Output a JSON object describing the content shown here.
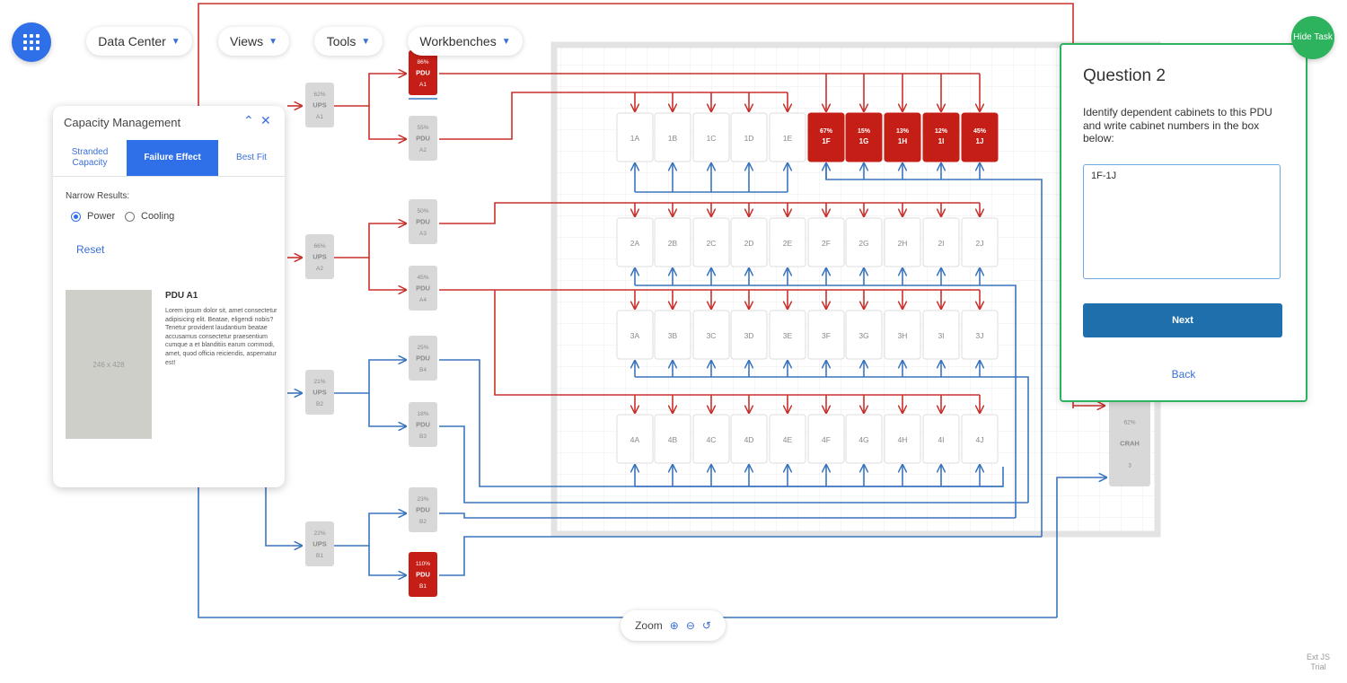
{
  "nav": {
    "menus": [
      {
        "label": "Data Center"
      },
      {
        "label": "Views"
      },
      {
        "label": "Tools"
      },
      {
        "label": "Workbenches"
      }
    ]
  },
  "capacity_panel": {
    "title": "Capacity Management",
    "tabs": [
      {
        "label": "Stranded Capacity"
      },
      {
        "label": "Failure Effect"
      },
      {
        "label": "Best Fit"
      }
    ],
    "narrow_label": "Narrow Results:",
    "options": [
      {
        "label": "Power"
      },
      {
        "label": "Cooling"
      }
    ],
    "selected_option": "Power",
    "reset_label": "Reset",
    "image_placeholder": "246 x 428",
    "detail_title": "PDU A1",
    "detail_text": "Lorem ipsum dolor sit, amet consectetur adipisicing elit. Beatae, eligendi nobis? Tenetur provident laudantium beatae accusamus consectetur praesentium cumque a et blanditiis earum commodi, amet, quod officia reiciendis, aspernatur est!"
  },
  "question_panel": {
    "title": "Question 2",
    "text": "Identify dependent cabinets to this PDU and write cabinet numbers in the box below:",
    "answer": "1F-1J",
    "next_label": "Next",
    "back_label": "Back",
    "hide_label": "Hide Task"
  },
  "zoom": {
    "label": "Zoom"
  },
  "watermark": {
    "line1": "Ext JS",
    "line2": "Trial"
  },
  "colors": {
    "red": "#c8312b",
    "blue": "#3a74bd",
    "alert": "#c41e16",
    "node": "#d8d8d8"
  },
  "ups": [
    {
      "id": "A1",
      "pct": "62%",
      "label": "UPS"
    },
    {
      "id": "A2",
      "pct": "66%",
      "label": "UPS"
    },
    {
      "id": "B2",
      "pct": "21%",
      "label": "UPS"
    },
    {
      "id": "B1",
      "pct": "22%",
      "label": "UPS"
    }
  ],
  "pdus": [
    {
      "id": "A1",
      "pct": "86%",
      "label": "PDU",
      "alert": true
    },
    {
      "id": "A2",
      "pct": "55%",
      "label": "PDU",
      "alert": false
    },
    {
      "id": "A3",
      "pct": "50%",
      "label": "PDU",
      "alert": false
    },
    {
      "id": "A4",
      "pct": "45%",
      "label": "PDU",
      "alert": false
    },
    {
      "id": "B4",
      "pct": "25%",
      "label": "PDU",
      "alert": false
    },
    {
      "id": "B3",
      "pct": "18%",
      "label": "PDU",
      "alert": false
    },
    {
      "id": "B2",
      "pct": "23%",
      "label": "PDU",
      "alert": false
    },
    {
      "id": "B1",
      "pct": "110%",
      "label": "PDU",
      "alert": true
    }
  ],
  "cabinet_rows": [
    {
      "row": "1",
      "cabinets": [
        {
          "id": "1A"
        },
        {
          "id": "1B"
        },
        {
          "id": "1C"
        },
        {
          "id": "1D"
        },
        {
          "id": "1E"
        },
        {
          "id": "1F",
          "pct": "67%",
          "alert": true
        },
        {
          "id": "1G",
          "pct": "15%",
          "alert": true
        },
        {
          "id": "1H",
          "pct": "13%",
          "alert": true
        },
        {
          "id": "1I",
          "pct": "12%",
          "alert": true
        },
        {
          "id": "1J",
          "pct": "45%",
          "alert": true
        }
      ]
    },
    {
      "row": "2",
      "cabinets": [
        {
          "id": "2A"
        },
        {
          "id": "2B"
        },
        {
          "id": "2C"
        },
        {
          "id": "2D"
        },
        {
          "id": "2E"
        },
        {
          "id": "2F"
        },
        {
          "id": "2G"
        },
        {
          "id": "2H"
        },
        {
          "id": "2I"
        },
        {
          "id": "2J"
        }
      ]
    },
    {
      "row": "3",
      "cabinets": [
        {
          "id": "3A"
        },
        {
          "id": "3B"
        },
        {
          "id": "3C"
        },
        {
          "id": "3D"
        },
        {
          "id": "3E"
        },
        {
          "id": "3F"
        },
        {
          "id": "3G"
        },
        {
          "id": "3H"
        },
        {
          "id": "3I"
        },
        {
          "id": "3J"
        }
      ]
    },
    {
      "row": "4",
      "cabinets": [
        {
          "id": "4A"
        },
        {
          "id": "4B"
        },
        {
          "id": "4C"
        },
        {
          "id": "4D"
        },
        {
          "id": "4E"
        },
        {
          "id": "4F"
        },
        {
          "id": "4G"
        },
        {
          "id": "4H"
        },
        {
          "id": "4I"
        },
        {
          "id": "4J"
        }
      ]
    }
  ],
  "crah": {
    "pct": "62%",
    "label": "CRAH",
    "id": "3"
  }
}
